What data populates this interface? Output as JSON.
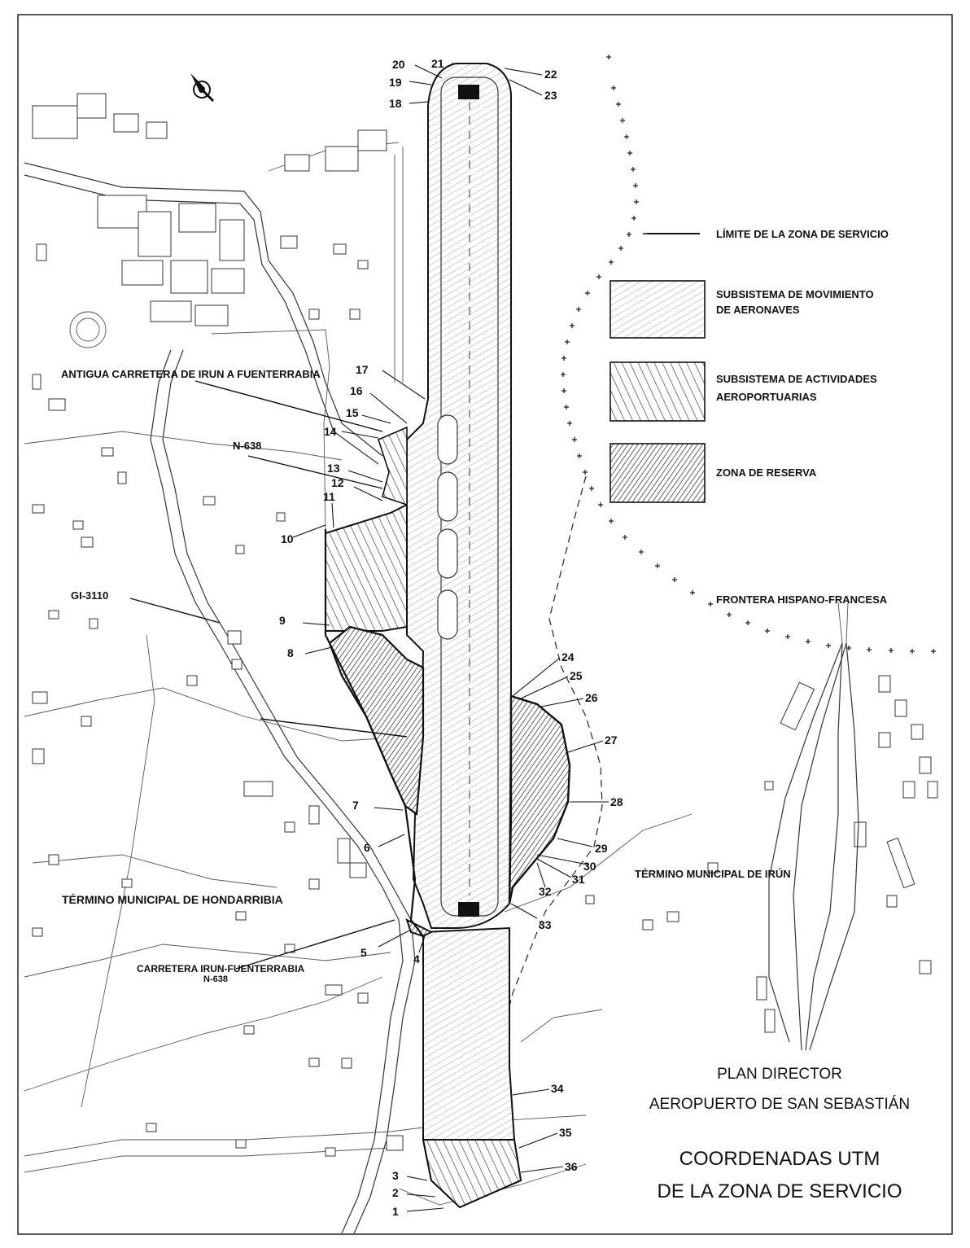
{
  "legend": {
    "items": [
      {
        "key": "service-limit",
        "label_lines": [
          "LÍMITE DE LA ZONA DE SERVICIO"
        ]
      },
      {
        "key": "aircraft-movement",
        "label_lines": [
          "SUBSISTEMA DE MOVIMIENTO",
          "DE AERONAVES"
        ]
      },
      {
        "key": "airport-activities",
        "label_lines": [
          "SUBSISTEMA DE ACTIVIDADES",
          "AEROPORTUARIAS"
        ]
      },
      {
        "key": "reserve-zone",
        "label_lines": [
          "ZONA DE RESERVA"
        ]
      }
    ]
  },
  "labels": {
    "old_road": "ANTIGUA CARRETERA DE IRUN A FUENTERRABIA",
    "n638_upper": "N-638",
    "gi3110": "GI-3110",
    "frontier": "FRONTERA HISPANO-FRANCESA",
    "hondarribia": "TÉRMINO MUNICIPAL  DE HONDARRIBIA",
    "irun": "TÉRMINO MUNICIPAL DE IRÚN",
    "road_irun_line1": "CARRETERA IRUN-FUENTERRABIA",
    "road_irun_line2": "N-638"
  },
  "title": {
    "line1": "PLAN DIRECTOR",
    "line2": "AEROPUERTO DE SAN SEBASTIÁN",
    "line3": "COORDENADAS UTM",
    "line4": "DE LA ZONA DE SERVICIO"
  },
  "points": [
    "1",
    "2",
    "3",
    "4",
    "5",
    "6",
    "7",
    "8",
    "9",
    "10",
    "11",
    "12",
    "13",
    "14",
    "15",
    "16",
    "17",
    "18",
    "19",
    "20",
    "21",
    "22",
    "23",
    "24",
    "25",
    "26",
    "27",
    "28",
    "29",
    "30",
    "31",
    "32",
    "33",
    "34",
    "35",
    "36"
  ],
  "colors": {
    "ink": "#111111",
    "paper": "#ffffff"
  }
}
